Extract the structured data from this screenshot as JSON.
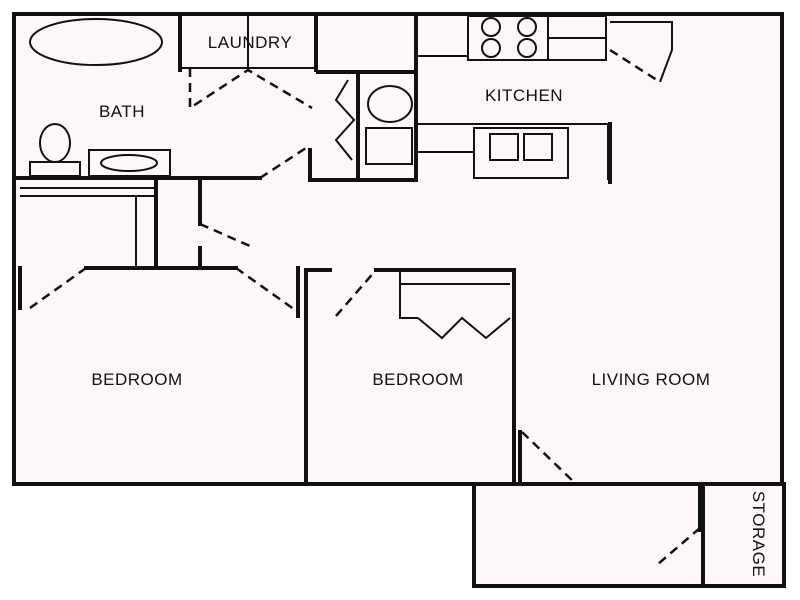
{
  "rooms": {
    "laundry": "LAUNDRY",
    "bath": "BATH",
    "kitchen": "KITCHEN",
    "bedroom_1": "BEDROOM",
    "bedroom_2": "BEDROOM",
    "living_room": "LIVING ROOM",
    "storage": "STORAGE"
  },
  "colors": {
    "floor": "#fdf7f8",
    "wall": "#111111",
    "background": "#ffffff"
  }
}
